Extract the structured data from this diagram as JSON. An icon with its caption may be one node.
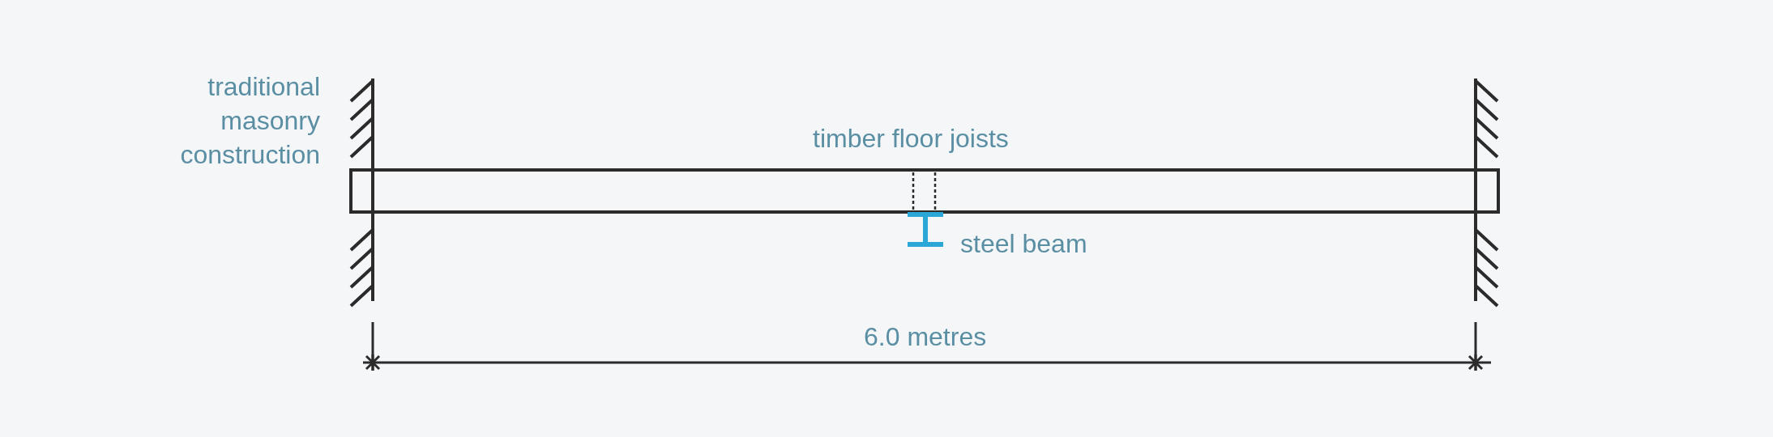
{
  "diagram": {
    "labels": [
      "traditional masonry construction",
      "timber floor joists",
      "steel beam",
      "6.0 metres"
    ]
  }
}
